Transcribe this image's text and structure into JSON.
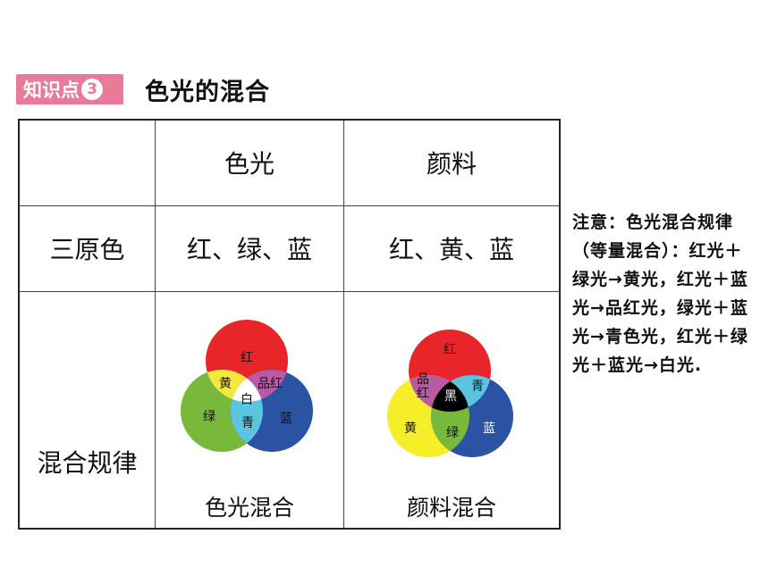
{
  "header": {
    "badge_text": "知识点",
    "badge_number": "3",
    "title": "色光的混合"
  },
  "table": {
    "col_headers": [
      "",
      "色光",
      "颜料"
    ],
    "row1": {
      "label": "三原色",
      "light": "红、绿、蓝",
      "pigment": "红、黄、蓝"
    },
    "row2": {
      "label": "混合规律",
      "light_caption": "色光混合",
      "pigment_caption": "颜料混合"
    }
  },
  "light_venn": {
    "labels": {
      "red": "红",
      "green": "绿",
      "blue": "蓝",
      "yellow": "黄",
      "magenta": "品红",
      "cyan": "青",
      "white": "白"
    },
    "colors": {
      "red": "#e8262a",
      "green": "#78b83b",
      "blue": "#2a53a4",
      "yellow": "#f3e83b",
      "magenta": "#b95aa3",
      "cyan": "#5cc3e0",
      "white": "#ffffff"
    }
  },
  "pigment_venn": {
    "labels": {
      "red": "红",
      "yellow": "黄",
      "blue": "蓝",
      "magenta_top": "品",
      "magenta_bottom": "红",
      "cyan": "青",
      "green": "绿",
      "black": "黑"
    },
    "colors": {
      "red": "#e8262a",
      "yellow": "#f6ee28",
      "blue": "#2a53a4",
      "magenta": "#b95aa3",
      "cyan": "#5cc3e0",
      "green": "#78b83b",
      "black": "#000000"
    }
  },
  "note": {
    "label": "注意：",
    "text": "色光混合规律（等量混合）：红光＋绿光→黄光，红光＋蓝光→品红光，绿光＋蓝光→青色光，红光＋绿光＋蓝光→白光."
  }
}
